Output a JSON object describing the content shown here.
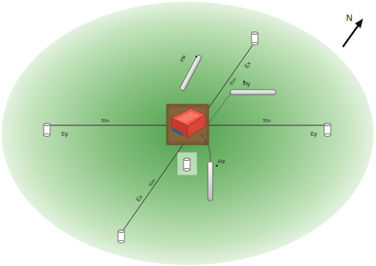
{
  "diagram": {
    "labels": [
      "N",
      "Ex",
      "50m",
      "Hx",
      "Ey",
      "50m",
      "50m",
      "Ey",
      "Hy",
      "Ex",
      "50m",
      "Hz"
    ]
  }
}
